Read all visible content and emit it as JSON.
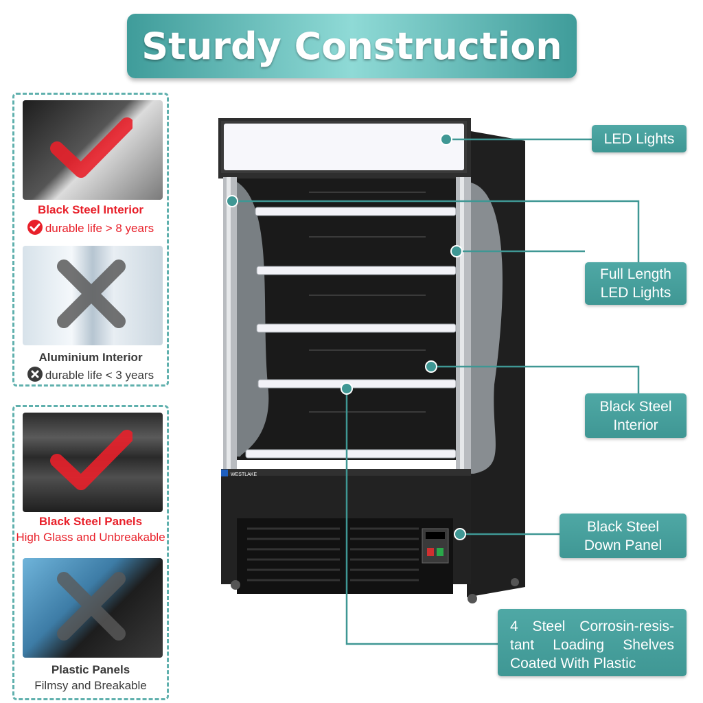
{
  "title": "Sturdy Construction",
  "brand_label": "WESTLAKE",
  "comparisons": [
    {
      "title": "Black Steel Interior",
      "subtitle": "durable life > 8 years",
      "verdict": "good"
    },
    {
      "title": "Aluminium Interior",
      "subtitle": "durable life < 3 years",
      "verdict": "bad"
    },
    {
      "title": "Black Steel Panels",
      "subtitle": "High Glass and Unbreakable",
      "verdict": "good"
    },
    {
      "title": "Plastic Panels",
      "subtitle": "Filmsy and Breakable",
      "verdict": "bad"
    }
  ],
  "callouts": {
    "led_lights": "LED Lights",
    "full_length_1": "Full Length",
    "full_length_2": "LED Lights",
    "interior_1": "Black Steel",
    "interior_2": "Interior",
    "down_panel_1": "Black Steel",
    "down_panel_2": "Down Panel",
    "shelves": "4 Steel Corrosin-resis-tant Loading Shelves Coated With Plastic"
  },
  "colors": {
    "accent": "#4fa8a5",
    "good": "#e8202a",
    "bad": "#3a3a3a"
  }
}
